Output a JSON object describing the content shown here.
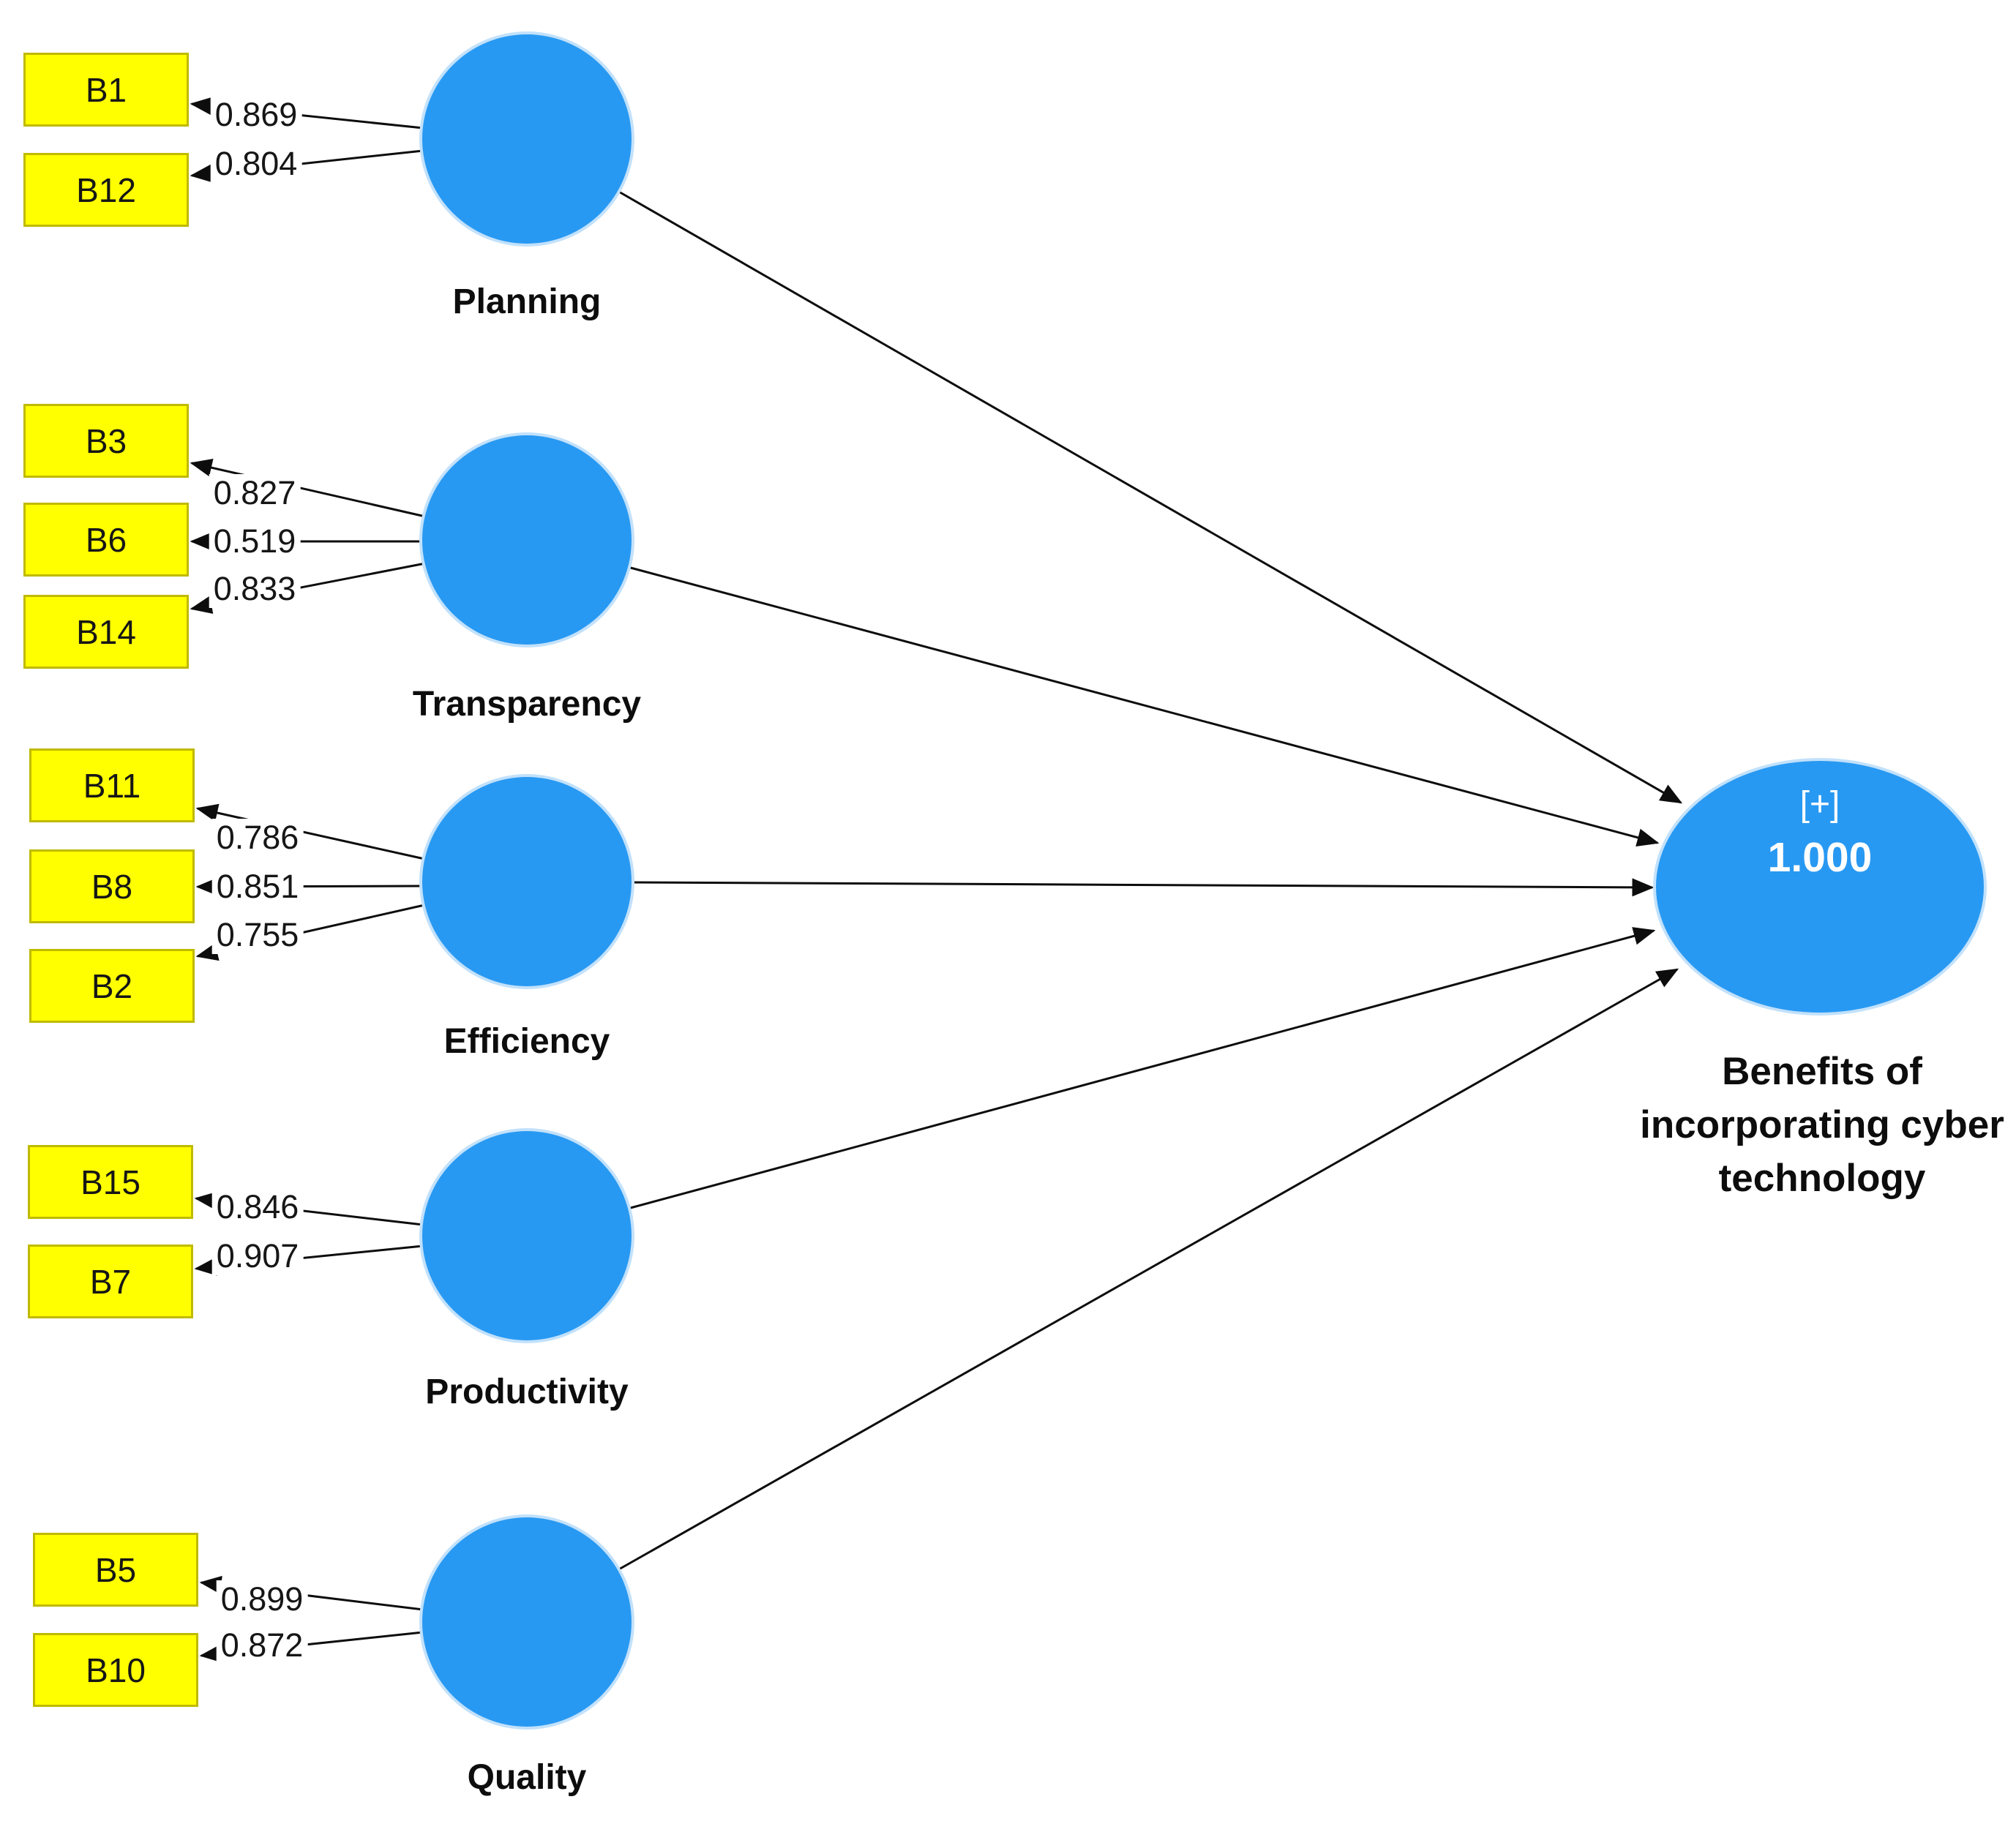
{
  "diagram": {
    "constructs": [
      {
        "label": "Planning",
        "indicators": [
          {
            "id": "B1",
            "loading": "0.869"
          },
          {
            "id": "B12",
            "loading": "0.804"
          }
        ]
      },
      {
        "label": "Transparency",
        "indicators": [
          {
            "id": "B3",
            "loading": "0.827"
          },
          {
            "id": "B6",
            "loading": "0.519"
          },
          {
            "id": "B14",
            "loading": "0.833"
          }
        ]
      },
      {
        "label": "Efficiency",
        "indicators": [
          {
            "id": "B11",
            "loading": "0.786"
          },
          {
            "id": "B8",
            "loading": "0.851"
          },
          {
            "id": "B2",
            "loading": "0.755"
          }
        ]
      },
      {
        "label": "Productivity",
        "indicators": [
          {
            "id": "B15",
            "loading": "0.846"
          },
          {
            "id": "B7",
            "loading": "0.907"
          }
        ]
      },
      {
        "label": "Quality",
        "indicators": [
          {
            "id": "B5",
            "loading": "0.899"
          },
          {
            "id": "B10",
            "loading": "0.872"
          }
        ]
      }
    ],
    "target": {
      "expand_symbol": "[+]",
      "value": "1.000",
      "label_lines": [
        "Benefits of",
        "incorporating cyber",
        "technology"
      ]
    },
    "colors": {
      "construct_fill": "#2899f2",
      "indicator_fill": "#ffff00",
      "indicator_border": "#c0ba00",
      "edge": "#0d0d0d"
    }
  }
}
